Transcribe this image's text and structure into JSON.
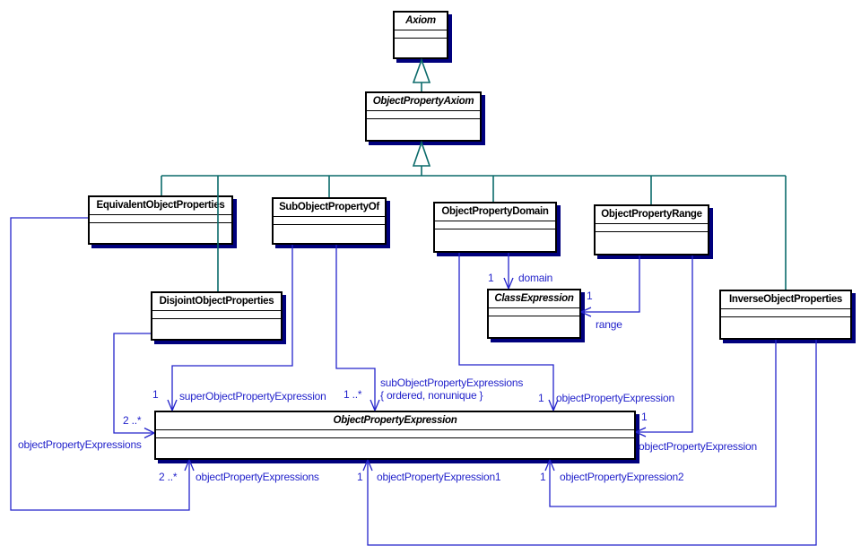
{
  "diagram": {
    "type": "uml-class-diagram",
    "classes": {
      "axiom": {
        "name": "Axiom",
        "abstract": true
      },
      "object_property_axiom": {
        "name": "ObjectPropertyAxiom",
        "abstract": true
      },
      "equivalent_object_properties": {
        "name": "EquivalentObjectProperties",
        "abstract": false
      },
      "sub_object_property_of": {
        "name": "SubObjectPropertyOf",
        "abstract": false
      },
      "object_property_domain": {
        "name": "ObjectPropertyDomain",
        "abstract": false
      },
      "object_property_range": {
        "name": "ObjectPropertyRange",
        "abstract": false
      },
      "disjoint_object_properties": {
        "name": "DisjointObjectProperties",
        "abstract": false
      },
      "class_expression": {
        "name": "ClassExpression",
        "abstract": true
      },
      "inverse_object_properties": {
        "name": "InverseObjectProperties",
        "abstract": false
      },
      "object_property_expression": {
        "name": "ObjectPropertyExpression",
        "abstract": true
      }
    },
    "associations": {
      "domain": {
        "multiplicity": "1",
        "label": "domain"
      },
      "range": {
        "multiplicity": "1",
        "label": "range"
      },
      "super_ope": {
        "multiplicity": "1",
        "label": "superObjectPropertyExpression"
      },
      "sub_ope": {
        "multiplicity": "1 ..*",
        "label": "subObjectPropertyExpressions",
        "constraint": "{ ordered, nonunique }"
      },
      "domain_ope": {
        "multiplicity": "1",
        "label": "objectPropertyExpression"
      },
      "disjoint_opes": {
        "multiplicity": "2 ..*",
        "label": "objectPropertyExpressions"
      },
      "range_ope": {
        "multiplicity": "1",
        "label": "objectPropertyExpression"
      },
      "equivalent_opes": {
        "multiplicity": "2 ..*",
        "label": "objectPropertyExpressions"
      },
      "inverse_ope1": {
        "multiplicity": "1",
        "label": "objectPropertyExpression1"
      },
      "inverse_ope2": {
        "multiplicity": "1",
        "label": "objectPropertyExpression2"
      }
    },
    "colors": {
      "background": "#FFFFFF",
      "box_border": "#000000",
      "box_shadow": "#00007D",
      "generalization_line": "#0A6A6A",
      "association_line": "#2323CB",
      "label_text": "#2323CB",
      "class_name_text": "#000000"
    }
  }
}
